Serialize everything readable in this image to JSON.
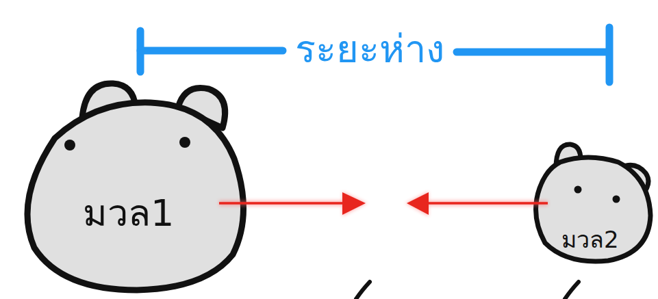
{
  "diagram": {
    "nodes": [
      {
        "text": [
          "มวล1"
        ]
      },
      {
        "text": [
          "มวล2"
        ]
      }
    ],
    "labels": [
      "ระยะห่าง"
    ]
  }
}
